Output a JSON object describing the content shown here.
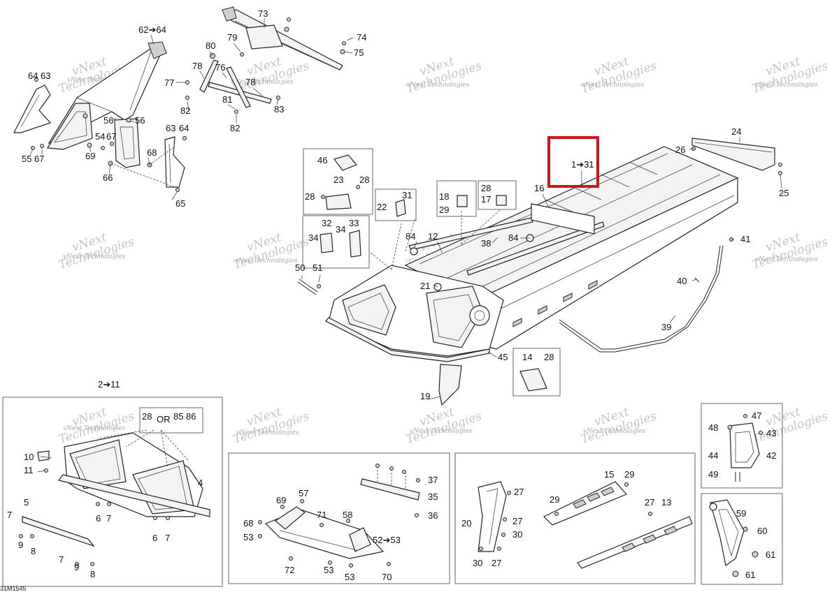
{
  "diagram_code": "31M1545",
  "watermark": {
    "line1": "vNext",
    "line2": "Technologies",
    "small": "vNext Technologies"
  },
  "highlight": {
    "label": "1➔31",
    "color": "#d3141c"
  },
  "callouts": {
    "c1": "62➔64",
    "c2": "73",
    "c3": "79",
    "c4": "74",
    "c5": "75",
    "c6": "80",
    "c7": "78",
    "c8": "76",
    "c9": "77",
    "c10": "78",
    "c11": "81",
    "c12": "82",
    "c13": "83",
    "c14": "82",
    "c15": "64",
    "c16": "63",
    "c17": "56",
    "c18": "56",
    "c19": "54",
    "c20": "67",
    "c21": "55",
    "c22": "67",
    "c23": "69",
    "c24": "68",
    "c25": "66",
    "c26": "63",
    "c27": "64",
    "c28": "65",
    "c29": "24",
    "c30": "26",
    "c31": "25",
    "c32": "16",
    "c33": "46",
    "c34": "23",
    "c35": "28",
    "c36": "28",
    "c37": "31",
    "c38": "22",
    "c39": "18",
    "c40": "29",
    "c41": "28",
    "c42": "17",
    "c43": "32",
    "c44": "34",
    "c45": "33",
    "c46": "34",
    "c47": "84",
    "c48": "12",
    "c49": "38",
    "c50": "84",
    "c51": "50",
    "c52": "51",
    "c53": "21",
    "c54": "41",
    "c55": "40",
    "c56": "39",
    "c57": "45",
    "c58": "14",
    "c59": "28",
    "c60": "19",
    "c61": "2➔11",
    "c62": "28",
    "c63": "OR",
    "c64": "85",
    "c65": "86",
    "c66": "10",
    "c67": "11",
    "c68": "4",
    "c69": "5",
    "c70": "7",
    "c71": "9",
    "c72": "8",
    "c73": "6",
    "c74": "7",
    "c75": "6",
    "c76": "7",
    "c77": "7",
    "c78": "9",
    "c79": "8",
    "c80": "37",
    "c81": "35",
    "c82": "36",
    "c83": "69",
    "c84": "57",
    "c85": "71",
    "c86": "58",
    "c87": "68",
    "c88": "53",
    "c89": "52➔53",
    "c90": "72",
    "c91": "53",
    "c92": "53",
    "c93": "70",
    "c94": "15",
    "c95": "29",
    "c96": "29",
    "c97": "27",
    "c98": "13",
    "c99": "27",
    "c100": "20",
    "c101": "27",
    "c102": "30",
    "c103": "30",
    "c104": "27",
    "c105": "47",
    "c106": "48",
    "c107": "43",
    "c108": "44",
    "c109": "42",
    "c110": "49",
    "c111": "59",
    "c112": "60",
    "c113": "61",
    "c114": "61"
  }
}
